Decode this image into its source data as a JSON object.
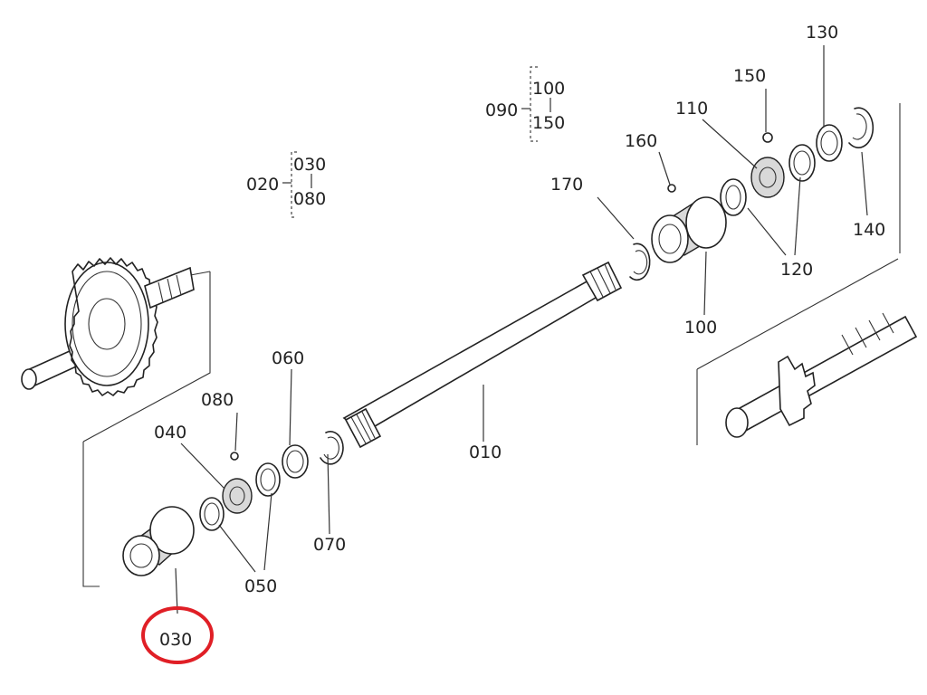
{
  "diagram": {
    "labels": {
      "p010": "010",
      "p020": "020",
      "p020_top": "030",
      "p020_bottom": "080",
      "p030": "030",
      "p040": "040",
      "p050": "050",
      "p060": "060",
      "p070": "070",
      "p080": "080",
      "p090": "090",
      "p090_top": "100",
      "p090_bottom": "150",
      "p100": "100",
      "p110": "110",
      "p120": "120",
      "p130": "130",
      "p140": "140",
      "p150": "150",
      "p160": "160",
      "p170": "170"
    },
    "highlight_color": "#e01f26"
  }
}
